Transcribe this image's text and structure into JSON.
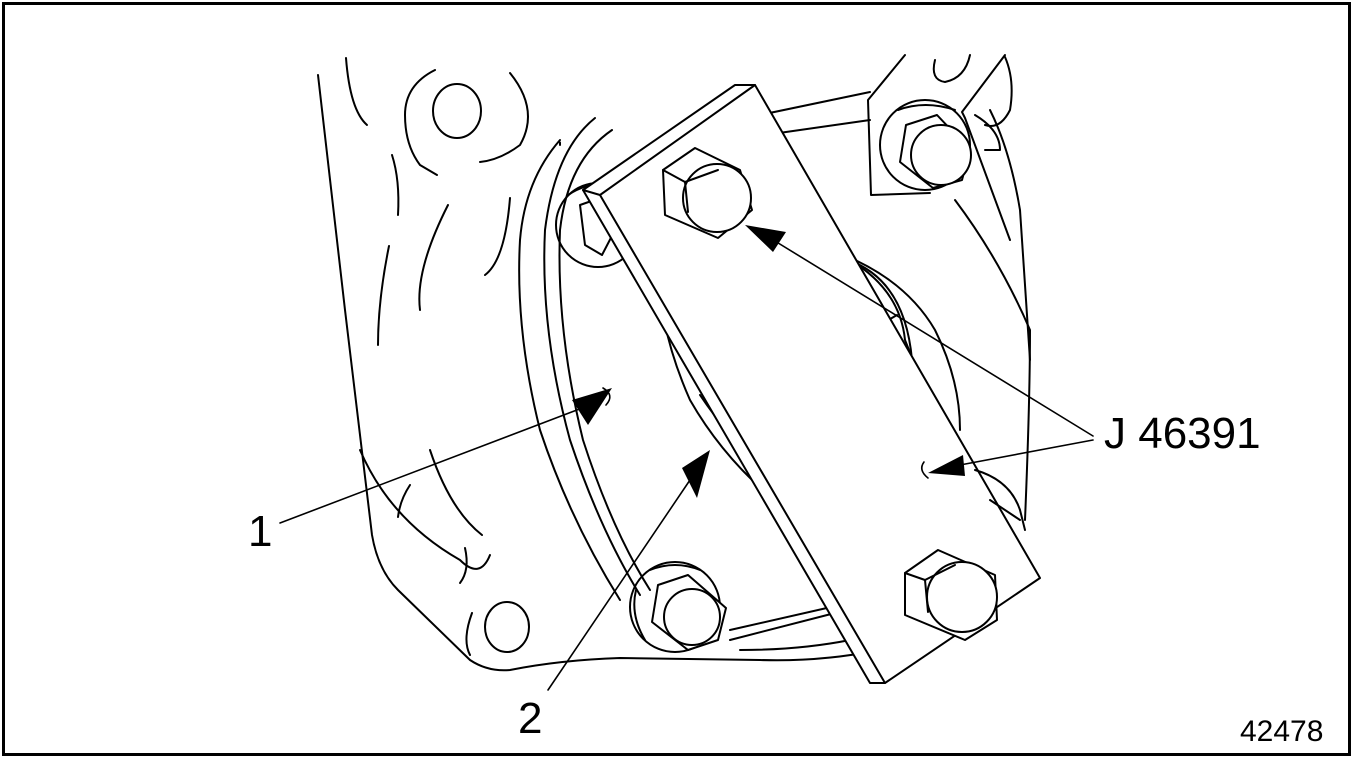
{
  "figure": {
    "number": "42478",
    "description": "Service illustration: tool J 46391 installed across housing with four hex bolts"
  },
  "callouts": [
    {
      "id": "1",
      "label": "1"
    },
    {
      "id": "2",
      "label": "2"
    },
    {
      "id": "tool",
      "label": "J 46391"
    }
  ],
  "colors": {
    "line": "#000000",
    "background": "#ffffff"
  }
}
